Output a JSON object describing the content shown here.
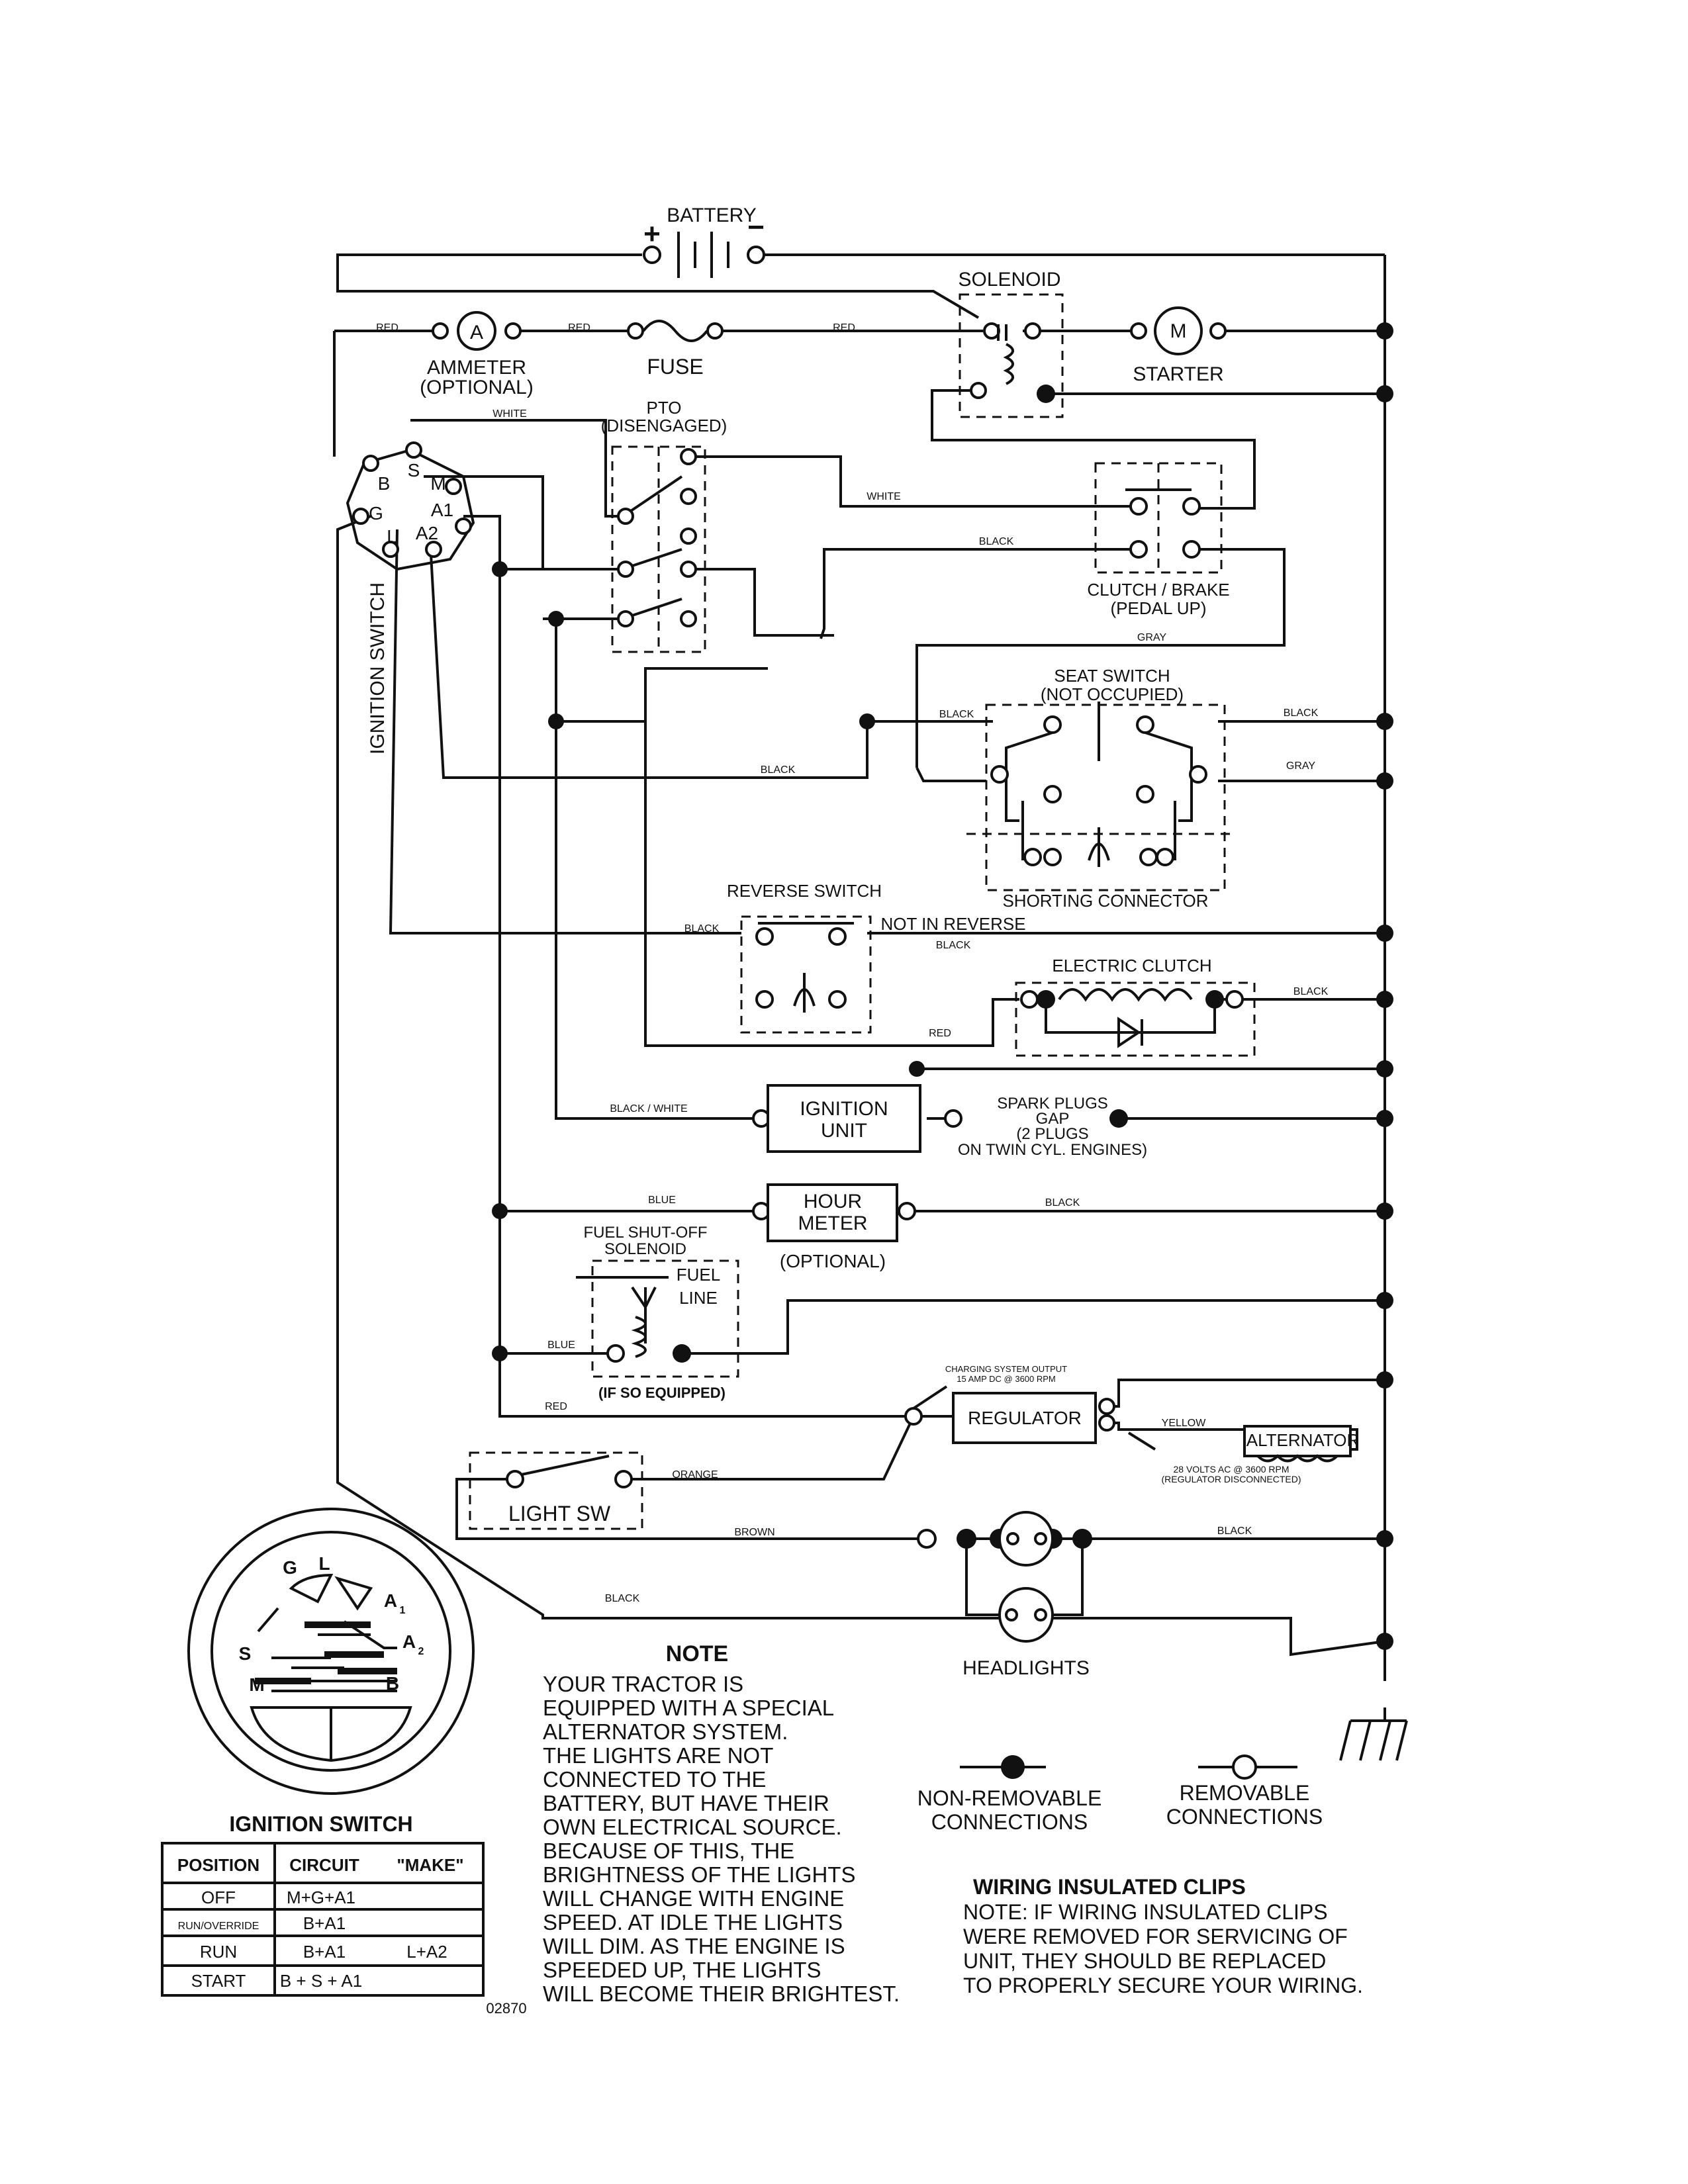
{
  "labels": {
    "battery": "BATTERY",
    "plus": "+",
    "minus": "−",
    "solenoid": "SOLENOID",
    "ammeter": "AMMETER",
    "ammeter_opt": "(OPTIONAL)",
    "ammeter_symbol": "A",
    "fuse": "FUSE",
    "starter": "STARTER",
    "starter_symbol": "M",
    "pto": "PTO",
    "pto_state": "(DISENGAGED)",
    "ignition_switch_vertical": "IGNITION SWITCH",
    "terminal_b": "B",
    "terminal_s": "S",
    "terminal_m": "M",
    "terminal_g": "G",
    "terminal_a1": "A1",
    "terminal_l": "L",
    "terminal_a2": "A2",
    "clutch_brake": "CLUTCH / BRAKE",
    "clutch_brake_state": "(PEDAL UP)",
    "seat_switch": "SEAT SWITCH",
    "seat_switch_state": "(NOT OCCUPIED)",
    "shorting_connector": "SHORTING CONNECTOR",
    "reverse_switch": "REVERSE SWITCH",
    "not_in_reverse": "NOT IN REVERSE",
    "electric_clutch": "ELECTRIC CLUTCH",
    "ignition_unit_1": "IGNITION",
    "ignition_unit_2": "UNIT",
    "spark_1": "SPARK PLUGS",
    "spark_2": "GAP",
    "spark_3": "(2 PLUGS",
    "spark_4": "ON TWIN CYL. ENGINES)",
    "hour_meter_1": "HOUR",
    "hour_meter_2": "METER",
    "hour_meter_opt": "(OPTIONAL)",
    "fuel_shutoff_1": "FUEL SHUT-OFF",
    "fuel_shutoff_2": "SOLENOID",
    "fuel_line_1": "FUEL",
    "fuel_line_2": "LINE",
    "if_so_equipped": "(IF SO EQUIPPED)",
    "charging_1": "CHARGING SYSTEM OUTPUT",
    "charging_2": "15 AMP DC @ 3600 RPM",
    "regulator": "REGULATOR",
    "alternator": "ALTERNATOR",
    "alt_volts_1": "28 VOLTS AC @ 3600 RPM",
    "alt_volts_2": "(REGULATOR DISCONNECTED)",
    "light_sw": "LIGHT SW",
    "headlights": "HEADLIGHTS",
    "doc_code": "02870"
  },
  "wire_colors": {
    "red": "RED",
    "white": "WHITE",
    "black": "BLACK",
    "gray": "GRAY",
    "black_white": "BLACK / WHITE",
    "blue": "BLUE",
    "yellow": "YELLOW",
    "orange": "ORANGE",
    "brown": "BROWN"
  },
  "ignition_switch_view": {
    "title": "IGNITION SWITCH",
    "g": "G",
    "l": "L",
    "a1": "A",
    "a1_sub": "1",
    "a2": "A",
    "a2_sub": "2",
    "s": "S",
    "m": "M",
    "b": "B"
  },
  "ignition_table": {
    "headers": [
      "POSITION",
      "CIRCUIT",
      "\"MAKE\""
    ],
    "rows": [
      {
        "position": "OFF",
        "circuit": "M+G+A1",
        "extra": ""
      },
      {
        "position": "RUN/OVERRIDE",
        "circuit": "B+A1",
        "extra": ""
      },
      {
        "position": "RUN",
        "circuit": "B+A1",
        "extra": "L+A2"
      },
      {
        "position": "START",
        "circuit": "B + S + A1",
        "extra": ""
      }
    ]
  },
  "note": {
    "title": "NOTE",
    "lines": [
      "YOUR TRACTOR IS",
      "EQUIPPED WITH A SPECIAL",
      "ALTERNATOR SYSTEM.",
      "THE LIGHTS ARE NOT",
      "CONNECTED TO THE",
      "BATTERY, BUT HAVE THEIR",
      "OWN ELECTRICAL SOURCE.",
      "BECAUSE OF THIS, THE",
      "BRIGHTNESS OF THE LIGHTS",
      "WILL CHANGE WITH ENGINE",
      "SPEED.  AT IDLE THE LIGHTS",
      "WILL DIM.  AS THE ENGINE IS",
      "SPEEDED UP, THE LIGHTS",
      "WILL BECOME THEIR BRIGHTEST."
    ]
  },
  "legend": {
    "non_removable_1": "NON-REMOVABLE",
    "non_removable_2": "CONNECTIONS",
    "removable_1": "REMOVABLE",
    "removable_2": "CONNECTIONS"
  },
  "clips": {
    "title": "WIRING INSULATED CLIPS",
    "lines": [
      "NOTE: IF WIRING INSULATED CLIPS",
      "WERE REMOVED FOR SERVICING OF",
      " UNIT, THEY SHOULD BE REPLACED",
      "TO PROPERLY SECURE YOUR WIRING."
    ]
  }
}
